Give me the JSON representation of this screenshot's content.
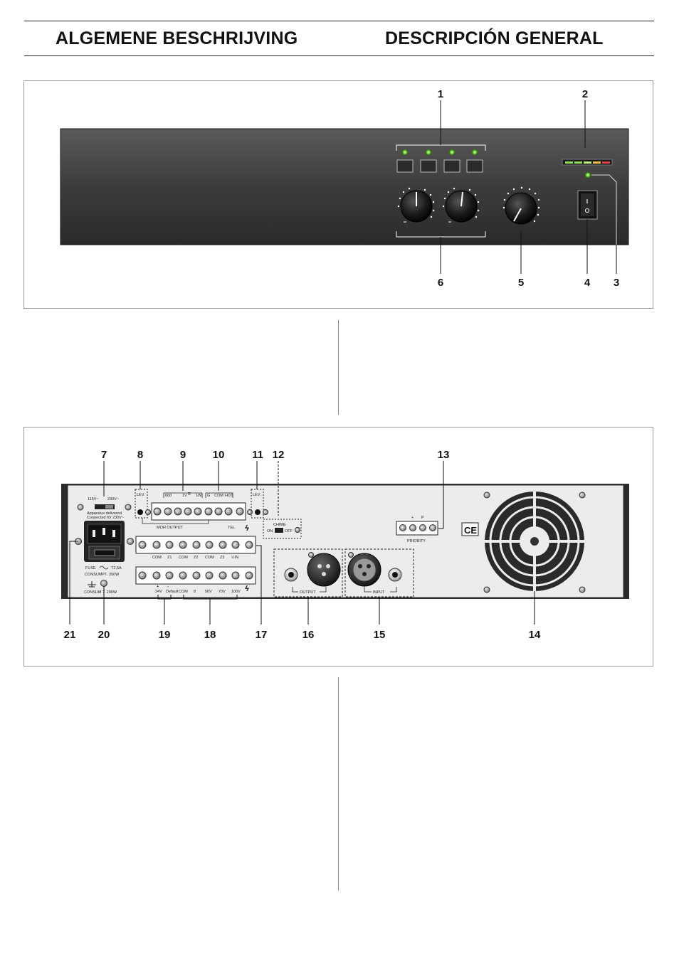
{
  "header": {
    "title_left": "ALGEMENE BESCHRIJVING",
    "title_right": "DESCRIPCIÓN GENERAL"
  },
  "front_panel": {
    "callouts": [
      "1",
      "2",
      "6",
      "5",
      "4",
      "3"
    ]
  },
  "rear_panel": {
    "callouts_top": [
      "7",
      "8",
      "9",
      "10",
      "11",
      "12",
      "13"
    ],
    "callouts_bottom": [
      "21",
      "20",
      "19",
      "18",
      "17",
      "16",
      "15",
      "14"
    ],
    "mains": {
      "v115": "115V~",
      "v230": "230V~",
      "delivered_1": "Apparatus delivered",
      "delivered_2": "Connected for 230V~",
      "fuse": "FUSE",
      "fuse_rating": "T2,5A",
      "consumption": "CONSUMPT. 350W",
      "consumption_2": "CONSUM  T. 200W"
    },
    "terminals_top": {
      "lev_left": "LEV.",
      "lev_right": "LEV.",
      "t600": "600",
      "t1v": "1V",
      "tr": "R",
      "t1w": "1W",
      "tg": "G",
      "tcom": "COM",
      "thot": "HOT",
      "moh_output": "MOH OUTPUT",
      "tel": "TEL"
    },
    "chime": {
      "label": "CHIME",
      "on": "ON",
      "off": "OFF"
    },
    "priority": {
      "plus": "+",
      "p": "P",
      "label": "PRIORITY"
    },
    "zone_terminals": [
      "COM",
      "Z1",
      "COM",
      "Z2",
      "COM",
      "Z3",
      "V.IN"
    ],
    "speaker_terminals": [
      "24V",
      "Default",
      "COM",
      "8",
      "50V",
      "70V",
      "100V"
    ],
    "output_label": "OUTPUT",
    "input_label": "INPUT",
    "ce_mark": "CE"
  }
}
